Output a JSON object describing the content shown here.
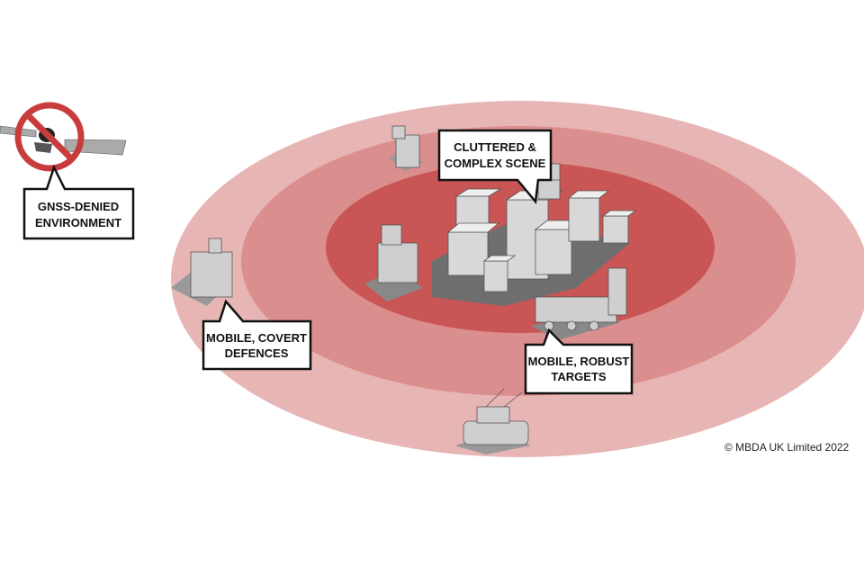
{
  "callouts": {
    "gnss": [
      "GNSS-DENIED",
      "ENVIRONMENT"
    ],
    "cluttered": [
      "CLUTTERED &",
      "COMPLEX SCENE"
    ],
    "covert": [
      "MOBILE, COVERT",
      "DEFENCES"
    ],
    "robust": [
      "MOBILE, ROBUST",
      "TARGETS"
    ]
  },
  "copyright": "© MBDA UK Limited 2022",
  "colors": {
    "outer_zone": "#e8b5b5",
    "middle_zone": "#db8e8e",
    "inner_zone": "#c95555",
    "prohibited": "#c83c3c"
  }
}
